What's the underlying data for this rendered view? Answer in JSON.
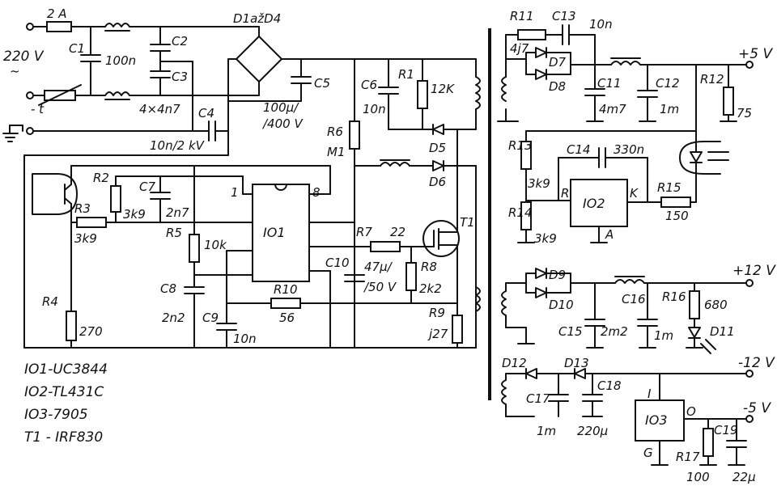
{
  "diagram": {
    "input": {
      "fuse": "2 A",
      "mains": "220 V",
      "mains_symbol": "~",
      "thermistor": "- t"
    },
    "components": {
      "C1": "C1",
      "C2": "C2",
      "C3": "C3",
      "C4": "C4",
      "C5": "C5",
      "C6": "C6",
      "C7": "C7",
      "C8": "C8",
      "C9": "C9",
      "C10": "C10",
      "C11": "C11",
      "C12": "C12",
      "C13": "C13",
      "C14": "C14",
      "C15": "C15",
      "C16": "C16",
      "C17": "C17",
      "C18": "C18",
      "C19": "C19",
      "R1": "R1",
      "R2": "R2",
      "R3": "R3",
      "R4": "R4",
      "R5": "R5",
      "R6": "R6",
      "R7": "R7",
      "R8": "R8",
      "R9": "R9",
      "R10": "R10",
      "R11": "R11",
      "R12": "R12",
      "R13": "R13",
      "R14": "R14",
      "R15": "R15",
      "R16": "R16",
      "R17": "R17",
      "D5": "D5",
      "D6": "D6",
      "D7": "D7",
      "D8": "D8",
      "D9": "D9",
      "D10": "D10",
      "D11": "D11",
      "D12": "D12",
      "D13": "D13",
      "D1_D4": "D1ažD4",
      "IO1": "IO1",
      "IO2": "IO2",
      "IO3": "IO3",
      "T1": "T1"
    },
    "values": {
      "C1": "100n",
      "C2C3": "4×4n7",
      "C4": "10n/2 kV",
      "C5a": "100μ/",
      "C5b": "/400 V",
      "C6": "10n",
      "R1": "12K",
      "R6": "M1",
      "R2": "3k9",
      "C7": "2n7",
      "R3": "3k9",
      "R5": "10k",
      "C8": "2n2",
      "C9": "10n",
      "R4": "270",
      "R10": "56",
      "R7": "22",
      "C10a": "47μ/",
      "C10b": "/50 V",
      "R8": "2k2",
      "R9": "j27",
      "R11": "4j7",
      "C13": "10n",
      "C11": "4m7",
      "C12": "1m",
      "R12": "75",
      "R13": "3k9",
      "C14": "330n",
      "R14": "3k9",
      "R15": "150",
      "C15": "",
      "C16": "2m2",
      "C16b": "1m",
      "R16": "680",
      "C17": "1m",
      "C18": "220μ",
      "R17": "100",
      "C19": "22μ"
    },
    "pins": {
      "p1": "1",
      "p8": "8",
      "R": "R",
      "K": "K",
      "A": "A",
      "I": "I",
      "O": "O",
      "G": "G"
    },
    "outputs": {
      "v5": "+5 V",
      "v12": "+12 V",
      "vm12": "-12 V",
      "vm5": "-5 V"
    },
    "legend": [
      "IO1-UC3844",
      "IO2-TL431C",
      "IO3-7905",
      "T1 - IRF830"
    ]
  }
}
